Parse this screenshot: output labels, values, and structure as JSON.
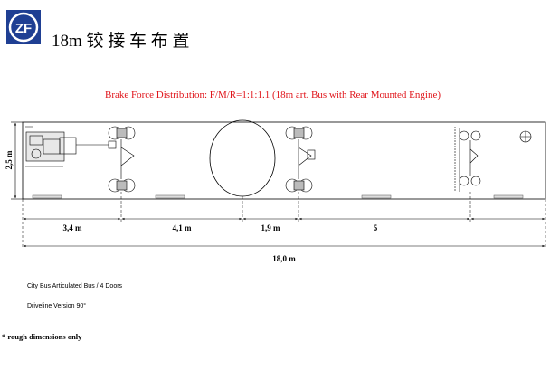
{
  "header": {
    "logo_text": "ZF",
    "title": "18m 铰 接 车 布 置"
  },
  "subtitle": "Brake Force Distribution: F/M/R=1:1:1.1 (18m art. Bus with Rear Mounted Engine)",
  "dimensions": {
    "height": "2,5 m",
    "segments": [
      "3,4 m",
      "4,1 m",
      "1,9 m",
      "5"
    ],
    "total": "18,0 m"
  },
  "info": {
    "line1": "City Bus  Articulated Bus / 4 Doors",
    "line2": "Driveline Version 90°"
  },
  "footnote": "* rough dimensions only",
  "colors": {
    "logo_blue": "#1f3f93",
    "subtitle_red": "#e0151b",
    "line": "#000000"
  }
}
